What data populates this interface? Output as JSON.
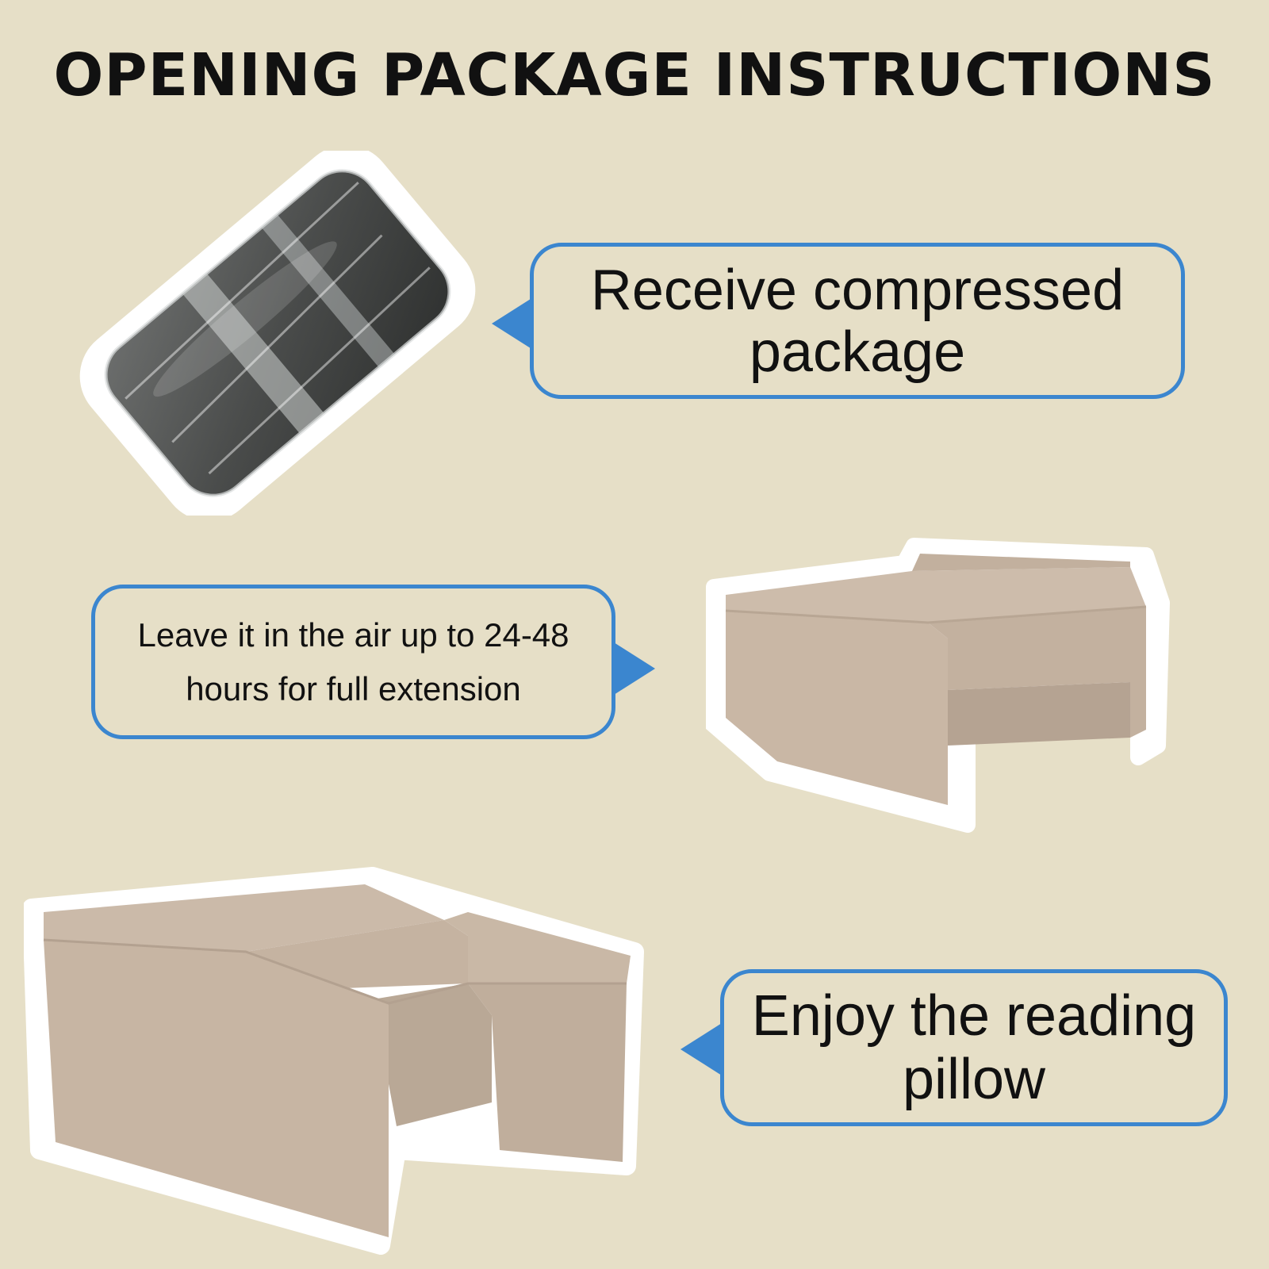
{
  "page": {
    "title": "OPENING PACKAGE INSTRUCTIONS",
    "colors": {
      "background": "#e6dfc7",
      "bubble_border": "#3b86cf",
      "text": "#111111",
      "pillow": "#c8b6a4"
    }
  },
  "steps": [
    {
      "text": "Receive compressed package",
      "illustration": "compressed-package-roll",
      "pointer": "left"
    },
    {
      "text": "Leave it in the air up to 24-48 hours for full extension",
      "illustration": "expanded-pillow",
      "pointer": "right"
    },
    {
      "text": "Enjoy the reading pillow",
      "illustration": "reading-pillow",
      "pointer": "left"
    }
  ]
}
